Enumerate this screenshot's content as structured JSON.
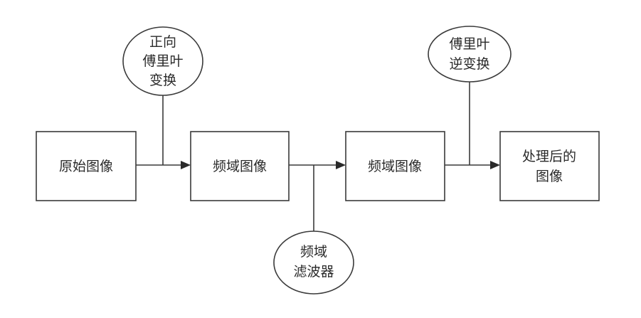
{
  "diagram": {
    "boxes": {
      "original_image": {
        "lines": [
          "原始图像"
        ]
      },
      "freq_image_1": {
        "lines": [
          "频域图像"
        ]
      },
      "freq_image_2": {
        "lines": [
          "频域图像"
        ]
      },
      "processed_image": {
        "lines": [
          "处理后的",
          "图像"
        ]
      }
    },
    "ellipses": {
      "forward_ft": {
        "lines": [
          "正向",
          "傅里叶",
          "变换"
        ]
      },
      "freq_filter": {
        "lines": [
          "频域",
          "滤波器"
        ]
      },
      "inverse_ft": {
        "lines": [
          "傅里叶",
          "逆变换"
        ]
      }
    },
    "colors": {
      "stroke": "#3a3a3a",
      "text": "#2a2a2a",
      "background": "#ffffff"
    }
  }
}
